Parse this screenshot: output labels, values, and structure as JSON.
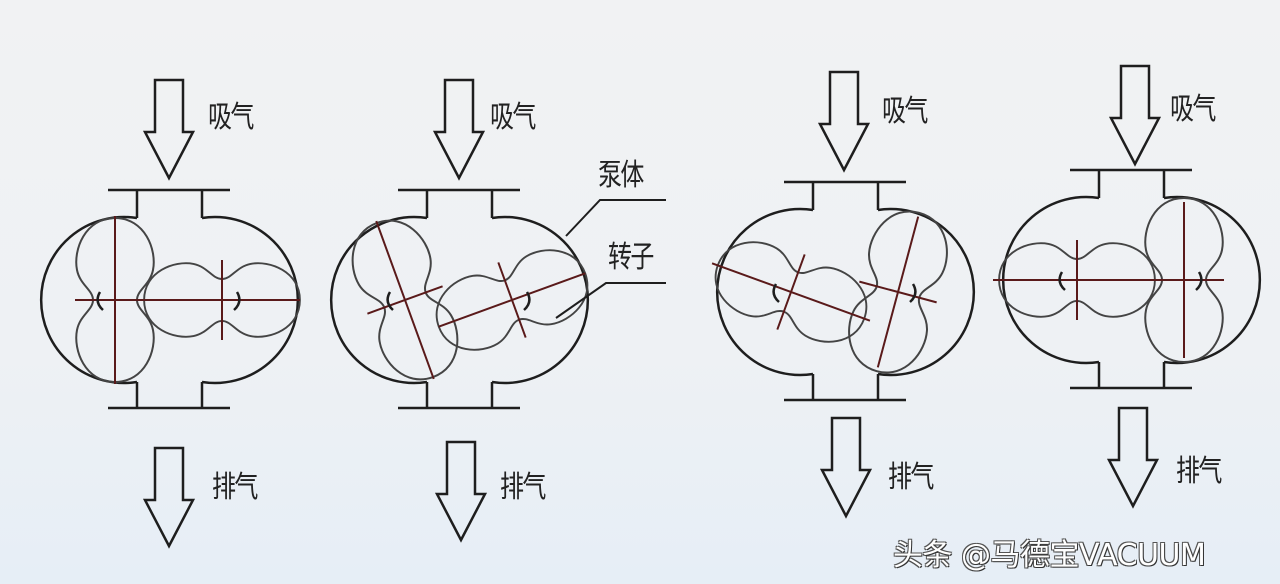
{
  "labels": {
    "intake": "吸气",
    "exhaust": "排气",
    "pump_body": "泵体",
    "rotor": "转子"
  },
  "watermark": "头条 @马德宝VACUUM",
  "colors": {
    "line": "#1e1e1e",
    "axis": "#5a1a1a"
  }
}
